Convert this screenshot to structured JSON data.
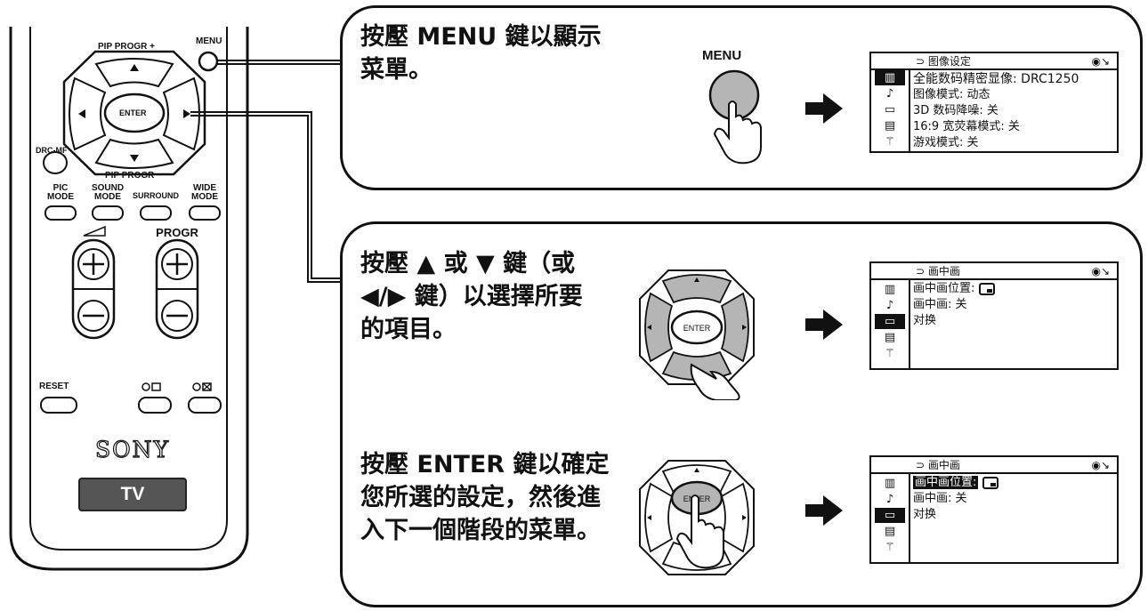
{
  "remote": {
    "menu_label": "MENU",
    "pip_progr_plus_label": "PIP PROGR +",
    "pip_progr_minus_label": "PIP PROGR −",
    "enter_label": "ENTER",
    "drc_mf_label": "DRC-MF",
    "pic_mode_label": [
      "PIC",
      "MODE"
    ],
    "sound_mode_label": [
      "SOUND",
      "MODE"
    ],
    "surround_label": "SURROUND",
    "wide_mode_label": [
      "WIDE",
      "MODE"
    ],
    "progr_label": "PROGR",
    "reset_label": "RESET",
    "brand": "SONY",
    "tv_label": "TV"
  },
  "steps": [
    {
      "instruction_lines": [
        "按壓 MENU 鍵以顯示",
        "菜單。"
      ],
      "button_label": "MENU",
      "osd": {
        "title": "图像设定",
        "rows": [
          "全能数码精密显像: DRC1250",
          "图像模式: 动态",
          "3D 数码降噪: 关",
          "16:9 宽荧幕模式: 关",
          "游戏模式: 关"
        ]
      }
    },
    {
      "instruction_lines": [
        "按壓 ▲ 或 ▼ 鍵（或",
        "◀/▶ 鍵）以選擇所要",
        "的項目。"
      ],
      "button_label": "ENTER",
      "osd": {
        "title": "画中画",
        "rows": [
          "画中画位置:",
          "画中画: 关",
          "对换"
        ]
      }
    },
    {
      "instruction_lines": [
        "按壓 ENTER 鍵以確定",
        "您所選的設定，然後進",
        "入下一個階段的菜單。"
      ],
      "button_label": "ENTER",
      "osd": {
        "title": "画中画",
        "rows": [
          "画中画位置:",
          "画中画: 关",
          "对换"
        ]
      }
    }
  ],
  "colors": {
    "ink": "#111111",
    "button_gray": "#b5b5b5",
    "tv_badge": "#555555"
  }
}
